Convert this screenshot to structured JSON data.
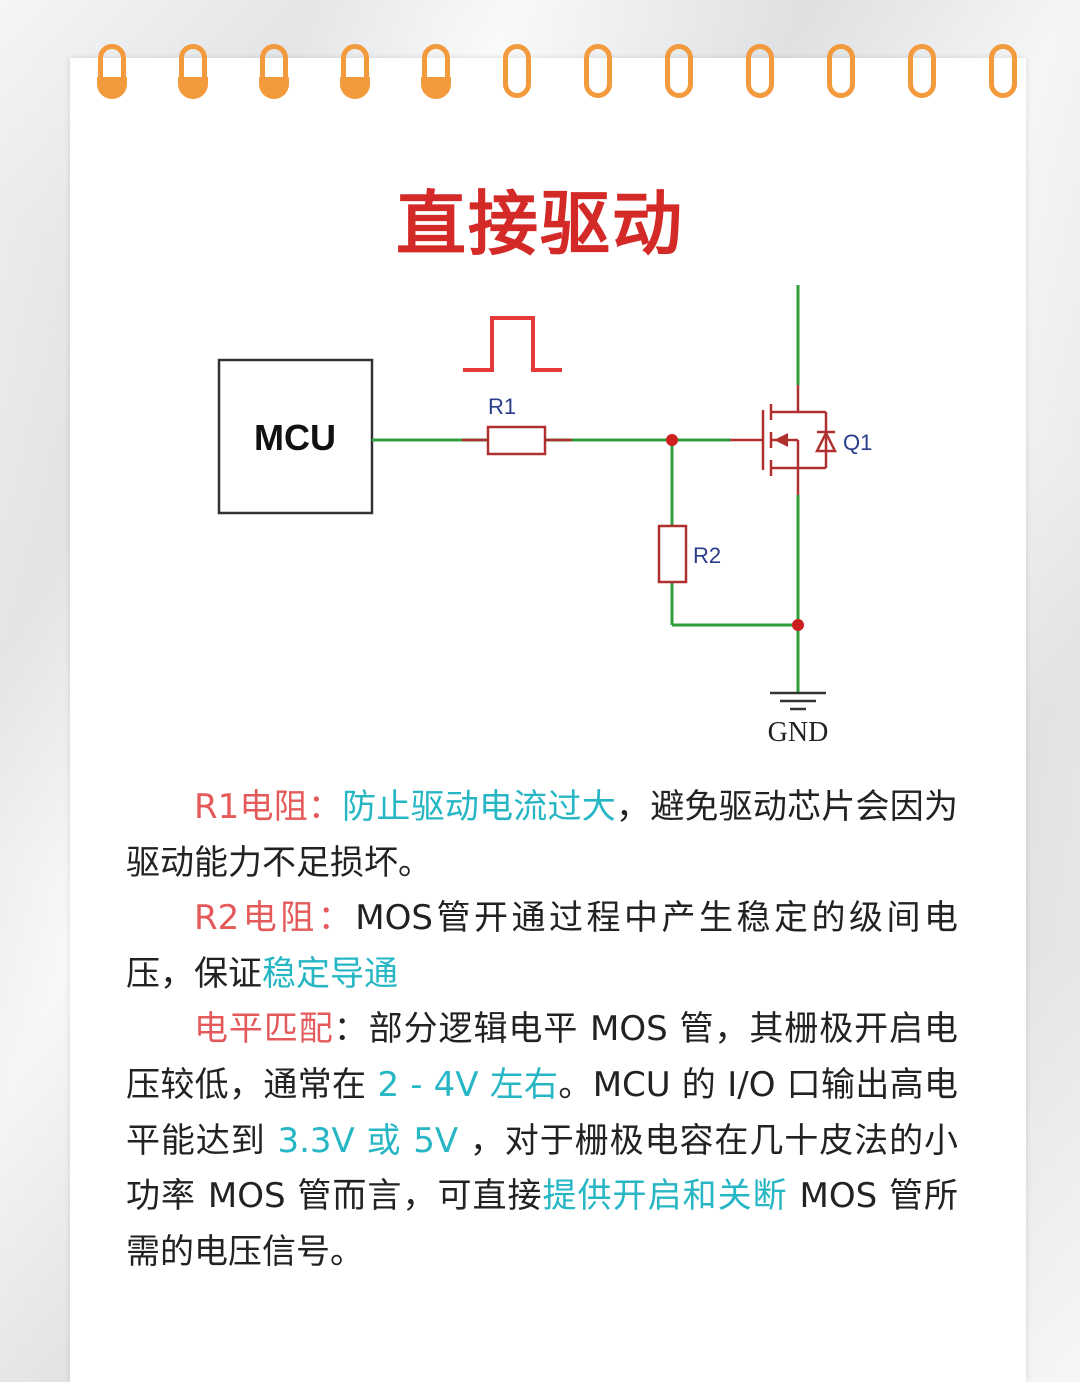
{
  "title": "直接驱动",
  "colors": {
    "accent_red": "#d42a27",
    "label_red": "#e45a5a",
    "highlight_teal": "#27b6c4",
    "wire_green": "#2e9e3a",
    "component_red": "#b03030",
    "ring_orange": "#f39a3c"
  },
  "diagram": {
    "mcu_label": "MCU",
    "r1_label": "R1",
    "r2_label": "R2",
    "q1_label": "Q1",
    "gnd_label": "GND",
    "pulse_signal": "square-pulse-icon"
  },
  "paragraphs": {
    "p1": {
      "label": "R1电阻：",
      "highlight": "防止驱动电流过大",
      "text": "，避免驱动芯片会因为驱动能力不足损坏。"
    },
    "p2": {
      "label": "R2电阻：",
      "text": "MOS管开通过程中产生稳定的级间电压，保证",
      "highlight": "稳定导通"
    },
    "p3": {
      "label": "电平匹配",
      "text1": "：部分逻辑电平 MOS 管，其栅极开启电压较低，通常在 ",
      "hl1": "2 - 4V 左右",
      "text2": "。MCU 的 I/O 口输出高电平能达到 ",
      "hl2": "3.3V 或 5V",
      "text3": " ，对于栅极电容在几十皮法的小功率 MOS 管而言，可直接",
      "hl3": "提供开启和关断",
      "text4": " MOS 管所需的电压信号。"
    }
  }
}
